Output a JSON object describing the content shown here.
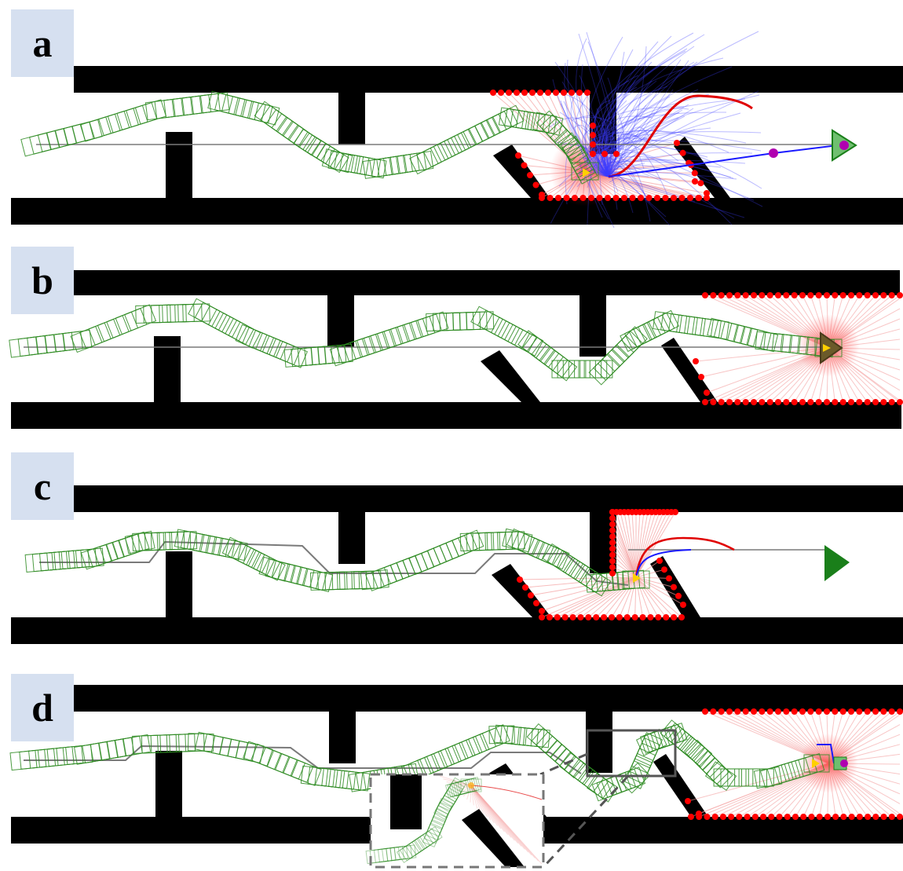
{
  "panels": [
    {
      "label": "a"
    },
    {
      "label": "b"
    },
    {
      "label": "c"
    },
    {
      "label": "d"
    }
  ],
  "colors": {
    "wall": "#000000",
    "robot_trail": "#2e8b22",
    "goal": "#1a7f1a",
    "sensor_point": "#ff0000",
    "sensor_ray": "#f4a0a0",
    "sample_traj": "#3b3bff",
    "plan_red": "#e00000",
    "guide_line": "#7a7a7a",
    "waypoint": "#b000b0",
    "label_bg": "#d6e0f0"
  },
  "icons": {
    "goal": "goal-triangle-icon",
    "robot": "robot-marker-icon"
  }
}
